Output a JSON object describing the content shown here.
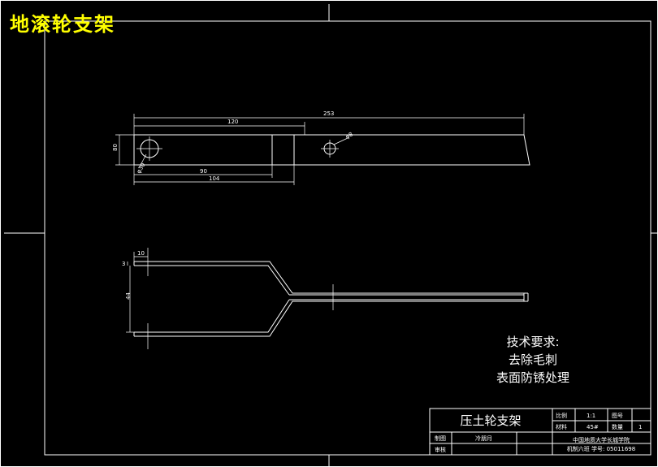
{
  "drawing_title": "地滚轮支架",
  "top_view": {
    "dim_253": "253",
    "dim_120": "120",
    "dim_80": "80",
    "dim_90": "90",
    "dim_104": "104",
    "dim_small_hole": "φ8",
    "dim_large_hole": "φ30"
  },
  "side_view": {
    "dim_10": "10",
    "dim_3": "3",
    "dim_44": "44"
  },
  "requirements": {
    "heading": "技术要求:",
    "item1": "去除毛刺",
    "item2": "表面防锈处理"
  },
  "title_block": {
    "part_name": "压土轮支架",
    "scale_label": "比例",
    "scale_value": "1:1",
    "drawing_no_label": "图号",
    "material_label": "材料",
    "material_value": "45#",
    "quantity_label": "数量",
    "quantity_value": "1",
    "drawn_label": "制图",
    "drawn_value": "冷朋月",
    "checked_label": "审核",
    "school": "中国地质大学长城学院",
    "class_info": "机制六班  学号: 05011698"
  }
}
